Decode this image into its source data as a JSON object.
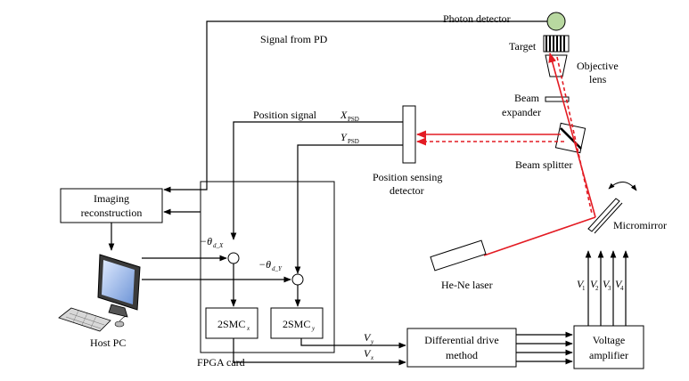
{
  "labels": {
    "photon_detector": "Photon detector",
    "signal_from_pd": "Signal from PD",
    "target": "Target",
    "objective": "Objective",
    "lens": "lens",
    "beam": "Beam",
    "expander": "expander",
    "position_signal": "Position signal",
    "x_psd_main": "X",
    "x_psd_sub": "PSD",
    "y_psd_main": "Y",
    "y_psd_sub": "PSD",
    "beam_splitter": "Beam splitter",
    "position_sensing": "Position sensing",
    "detector": "detector",
    "imaging": "Imaging",
    "reconstruction": "reconstruction",
    "micromirror": "Micromirror",
    "theta_x_main": "−θ",
    "theta_x_sub": "d_X",
    "theta_y_main": "−θ",
    "theta_y_sub": "d_Y",
    "he_ne_laser": "He-Ne laser",
    "v1_main": "V",
    "v1_sub": "1",
    "v2_main": "V",
    "v2_sub": "2",
    "v3_main": "V",
    "v3_sub": "3",
    "v4_main": "V",
    "v4_sub": "4",
    "host_pc": "Host PC",
    "smc_x_main": "2SMC",
    "smc_x_sub": "x",
    "smc_y_main": "2SMC",
    "smc_y_sub": "y",
    "vy_main": "V",
    "vy_sub": "y",
    "vx_main": "V",
    "vx_sub": "x",
    "differential": "Differential drive",
    "method": "method",
    "voltage": "Voltage",
    "amplifier": "amplifier",
    "fpga_card": "FPGA card"
  },
  "colors": {
    "laser_beam": "#e31b23",
    "photon_detector_fill": "#b8d8a0",
    "screen": "#8fb3e6"
  },
  "icons": {
    "host_pc": "desktop-computer-icon"
  }
}
